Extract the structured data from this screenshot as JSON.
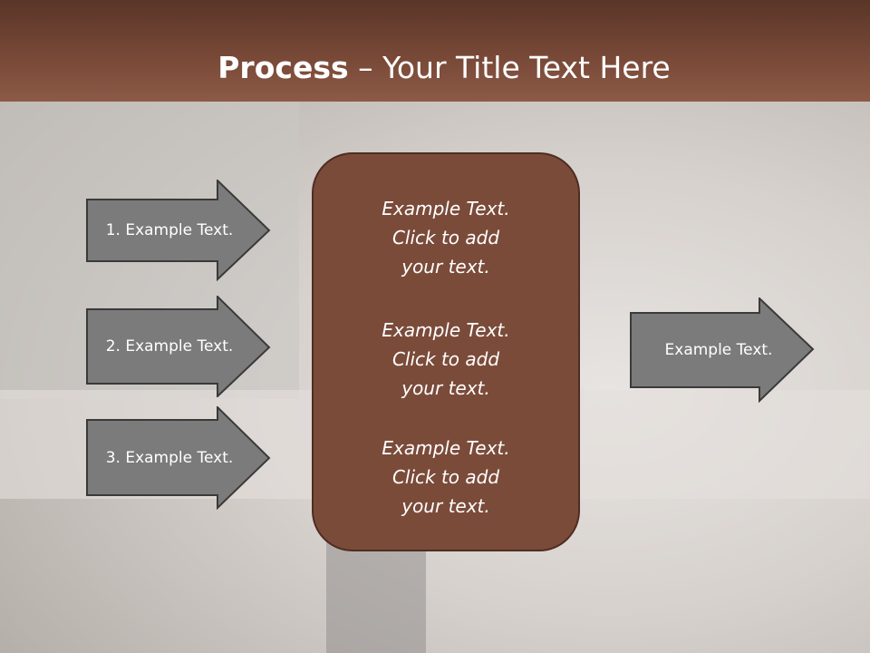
{
  "title": {
    "bold": "Process",
    "rest": " – Your Title Text Here"
  },
  "left_arrows": [
    "1. Example Text.",
    "2. Example Text.",
    "3. Example Text."
  ],
  "center": [
    "Example Text.\nClick  to add\nyour text.",
    "Example Text.\nClick  to add\nyour text.",
    "Example Text.\nClick  to add\nyour text."
  ],
  "right_arrow": "Example Text.",
  "colors": {
    "header": "#7a4a38",
    "box": "#7b4b3a",
    "arrow": "#7b7b7b"
  }
}
